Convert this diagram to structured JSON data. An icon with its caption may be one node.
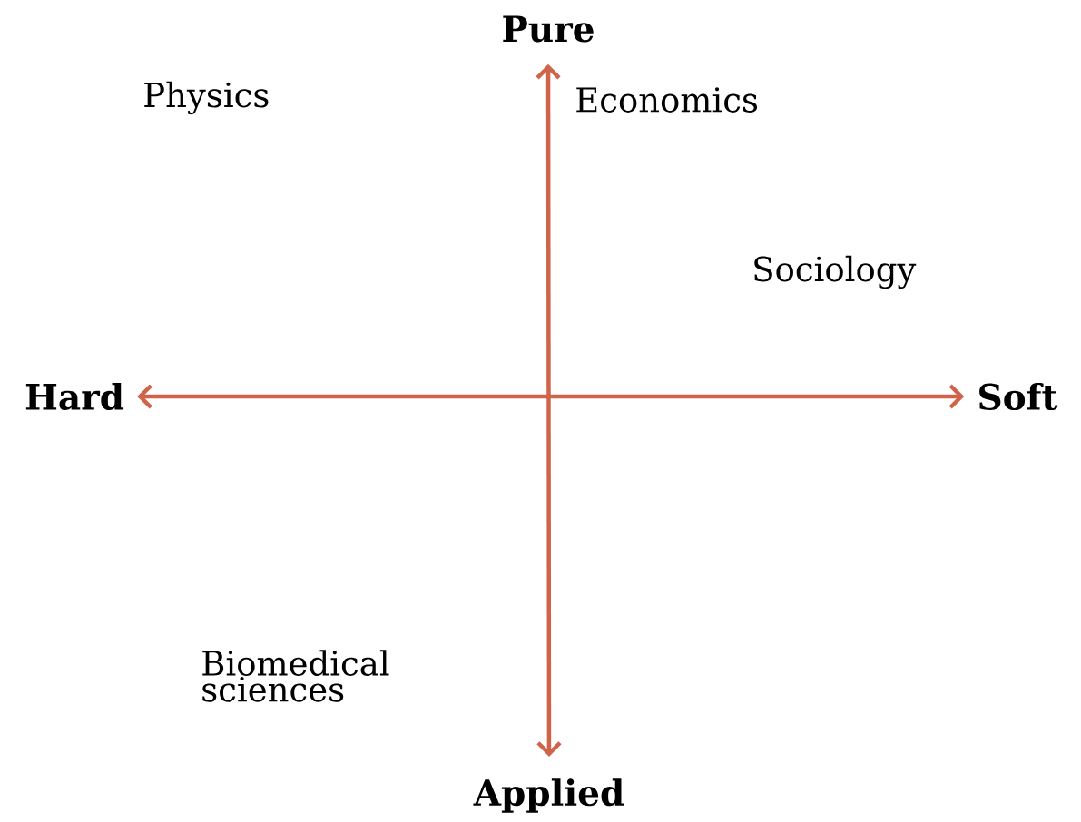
{
  "diagram": {
    "nodes": [
      {
        "text": [
          "Pure"
        ]
      },
      {
        "text": [
          "Hard"
        ]
      },
      {
        "text": [
          "Soft"
        ]
      },
      {
        "text": [
          "Applied"
        ]
      }
    ],
    "edges": [
      {
        "from": 1,
        "to": 2,
        "arrow": "both"
      },
      {
        "from": 3,
        "to": 0,
        "arrow": "both"
      }
    ],
    "labels": [
      "Physics",
      "Economics",
      "Sociology",
      "Biomedical sciences"
    ]
  }
}
